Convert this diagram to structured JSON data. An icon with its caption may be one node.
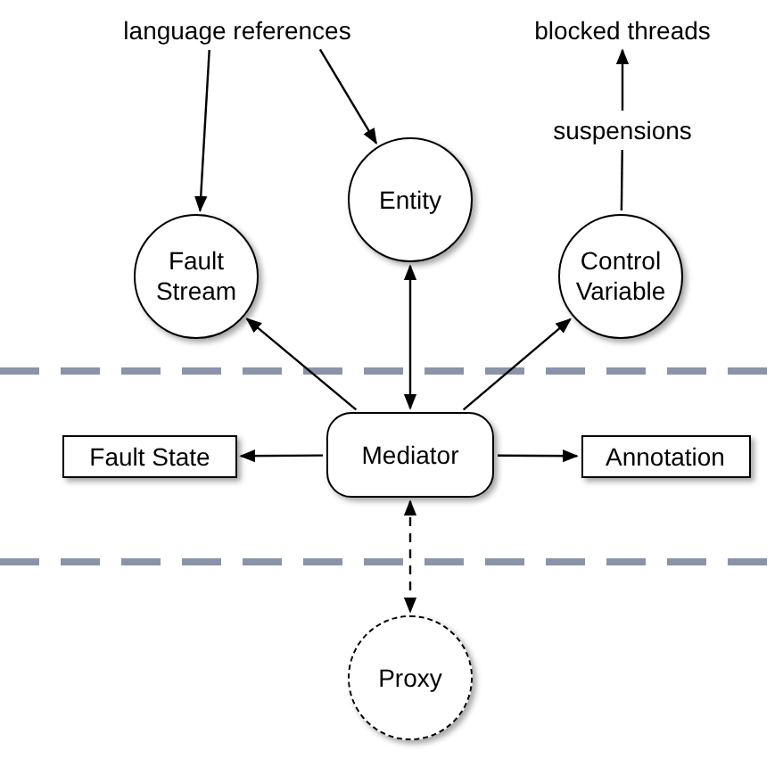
{
  "diagram": {
    "nodes": [
      {
        "text": [
          "language references"
        ]
      },
      {
        "text": [
          "blocked threads"
        ]
      },
      {
        "text": [
          "suspensions"
        ]
      },
      {
        "text": [
          "Fault Stream"
        ]
      },
      {
        "text": [
          "Entity"
        ]
      },
      {
        "text": [
          "Control Variable"
        ]
      },
      {
        "text": [
          "Mediator"
        ]
      },
      {
        "text": [
          "Fault State"
        ]
      },
      {
        "text": [
          "Annotation"
        ]
      },
      {
        "text": [
          "Proxy"
        ]
      }
    ],
    "edges": [
      {
        "from": 0,
        "to": 3,
        "arrow": "to"
      },
      {
        "from": 0,
        "to": 4,
        "arrow": "to"
      },
      {
        "from": 2,
        "to": 1,
        "arrow": "to"
      },
      {
        "from": 5,
        "to": 2,
        "arrow": "none"
      },
      {
        "from": 6,
        "to": 3,
        "arrow": "to"
      },
      {
        "from": 6,
        "to": 4,
        "arrow": "both"
      },
      {
        "from": 6,
        "to": 5,
        "arrow": "to"
      },
      {
        "from": 6,
        "to": 7,
        "arrow": "to"
      },
      {
        "from": 6,
        "to": 8,
        "arrow": "to"
      },
      {
        "from": 6,
        "to": 9,
        "arrow": "both",
        "style": "dashed"
      }
    ]
  }
}
